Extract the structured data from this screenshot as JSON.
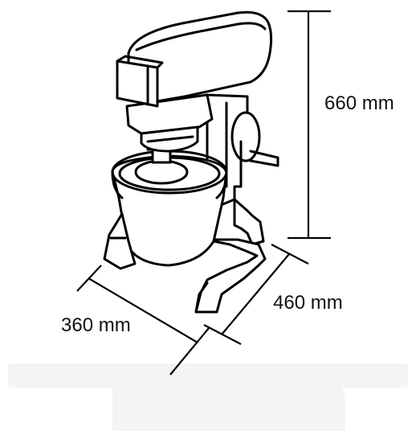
{
  "dimensions": {
    "height": "660 mm",
    "depth": "460 mm",
    "width": "360 mm"
  },
  "colors": {
    "ink": "#000000",
    "background": "#ffffff"
  },
  "icons": {
    "machine": "planetary-mixer-outline"
  }
}
